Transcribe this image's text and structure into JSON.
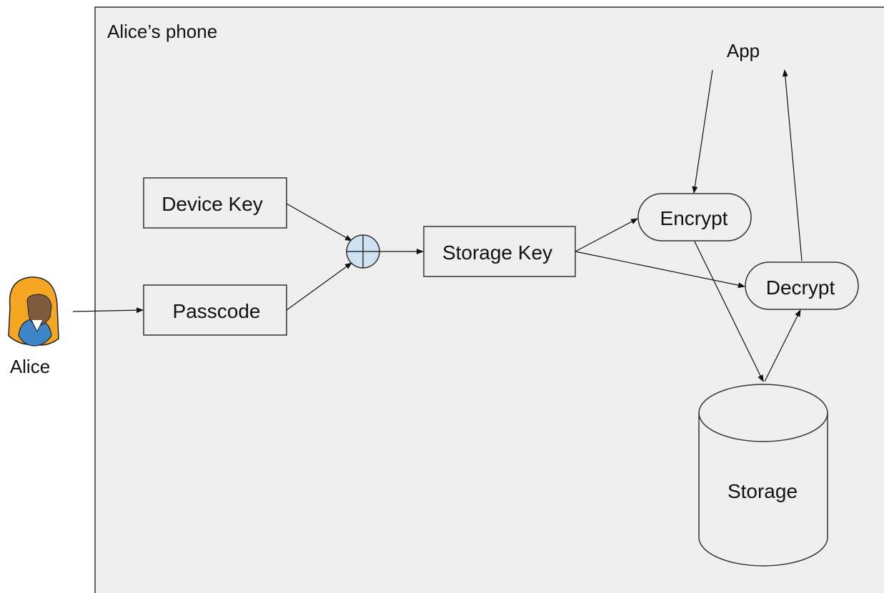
{
  "labels": {
    "container": "Alice’s phone",
    "app": "App",
    "alice": "Alice",
    "device_key": "Device Key",
    "passcode": "Passcode",
    "storage_key": "Storage Key",
    "encrypt": "Encrypt",
    "decrypt": "Decrypt",
    "storage": "Storage"
  },
  "icons": {
    "alice": "person-icon",
    "combine": "xor-circle-icon"
  },
  "colors": {
    "container_fill": "#efefef",
    "container_stroke": "#333333",
    "xor_fill": "#cfe2f3",
    "hair": "#f5a623",
    "shirt": "#3d85c6",
    "skin": "#7f5b3e"
  }
}
